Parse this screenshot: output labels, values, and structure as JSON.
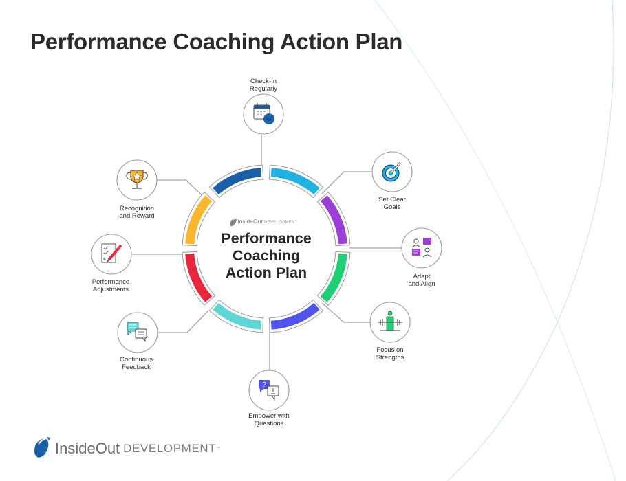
{
  "page": {
    "title": "Performance Coaching Action Plan"
  },
  "center": {
    "brand_main": "InsideOut",
    "brand_sub": "DEVELOPMENT",
    "title_lines": [
      "Performance",
      "Coaching",
      "Action Plan"
    ]
  },
  "nodes": [
    {
      "id": "check-in",
      "label_line1": "Check-In",
      "label_line2": "Regularly",
      "icon": "calendar-clock-icon",
      "color": "#1a5fa8"
    },
    {
      "id": "goals",
      "label_line1": "Set Clear",
      "label_line2": "Goals",
      "icon": "target-icon",
      "color": "#1fb2e3"
    },
    {
      "id": "adapt",
      "label_line1": "Adapt",
      "label_line2": "and Align",
      "icon": "people-chat-icon",
      "color": "#9b3fd6"
    },
    {
      "id": "strengths",
      "label_line1": "Focus on",
      "label_line2": "Strengths",
      "icon": "weightlifter-icon",
      "color": "#1ecf74"
    },
    {
      "id": "questions",
      "label_line1": "Empower with",
      "label_line2": "Questions",
      "icon": "question-chat-icon",
      "color": "#5252ee"
    },
    {
      "id": "feedback",
      "label_line1": "Continuous",
      "label_line2": "Feedback",
      "icon": "feedback-chat-icon",
      "color": "#5fd6d6"
    },
    {
      "id": "adjustments",
      "label_line1": "Performance",
      "label_line2": "Adjustments",
      "icon": "checklist-pencil-icon",
      "color": "#e8273c"
    },
    {
      "id": "recognition",
      "label_line1": "Recognition",
      "label_line2": "and Reward",
      "icon": "trophy-icon",
      "color": "#fbb62c"
    }
  ],
  "ring_colors": [
    "#1a5fa8",
    "#1fb2e3",
    "#9b3fd6",
    "#1ecf74",
    "#5252ee",
    "#5fd6d6",
    "#e8273c",
    "#fbb62c"
  ],
  "footer": {
    "brand_main": "InsideOut",
    "brand_sub": "DEVELOPMENT",
    "logo_color": "#1a5fa8"
  }
}
